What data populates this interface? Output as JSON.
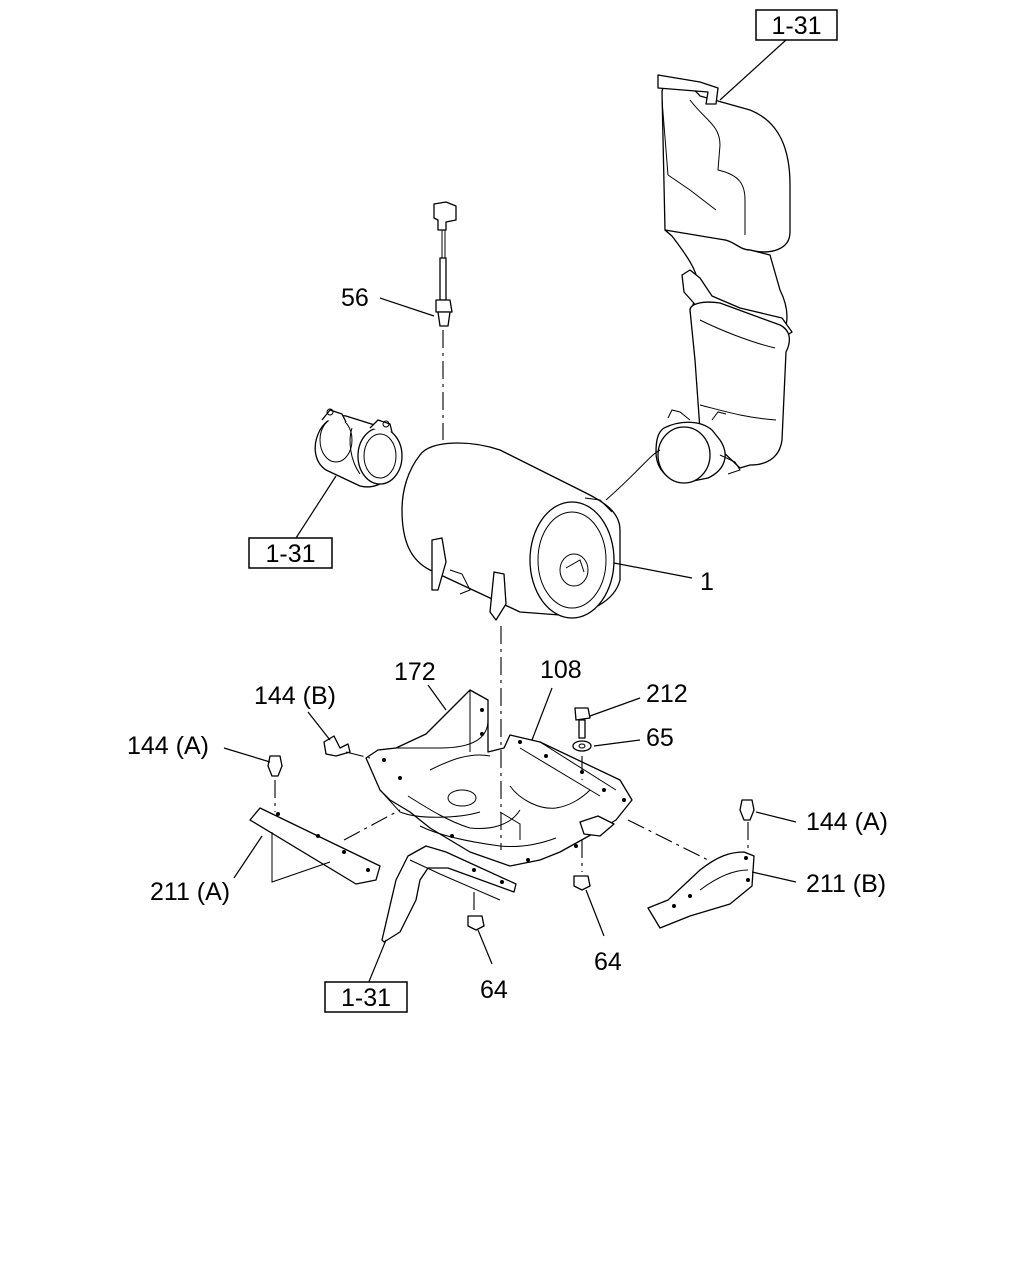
{
  "callouts": {
    "ref_top": "1-31",
    "ref_left": "1-31",
    "ref_bottom": "1-31",
    "p56": "56",
    "p1": "1",
    "p172": "172",
    "p108": "108",
    "p212": "212",
    "p65": "65",
    "p144b": "144 (B)",
    "p144a_left": "144 (A)",
    "p144a_right": "144 (A)",
    "p211a": "211 (A)",
    "p211b": "211 (B)",
    "p64_left": "64",
    "p64_right": "64"
  }
}
